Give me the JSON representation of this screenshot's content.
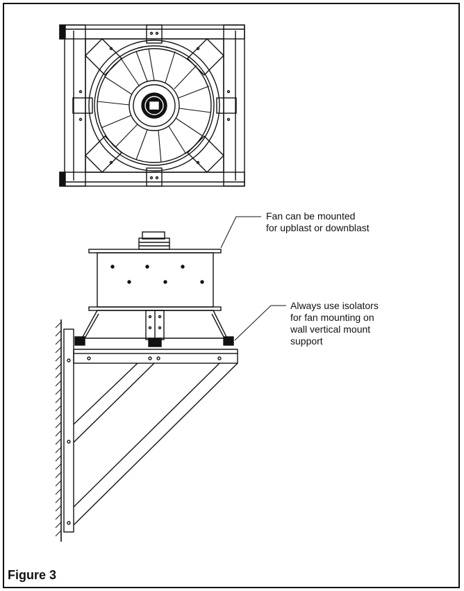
{
  "callouts": {
    "mount_direction": "Fan can be mounted\nfor upblast or downblast",
    "isolators": "Always use isolators\nfor fan mounting on\nwall vertical mount\nsupport"
  },
  "figure": {
    "caption": "Figure 3"
  },
  "icons": {
    "fan_top_view": "fan-top-view-drawing",
    "fan_side_view": "fan-side-view-wall-mount-drawing"
  }
}
